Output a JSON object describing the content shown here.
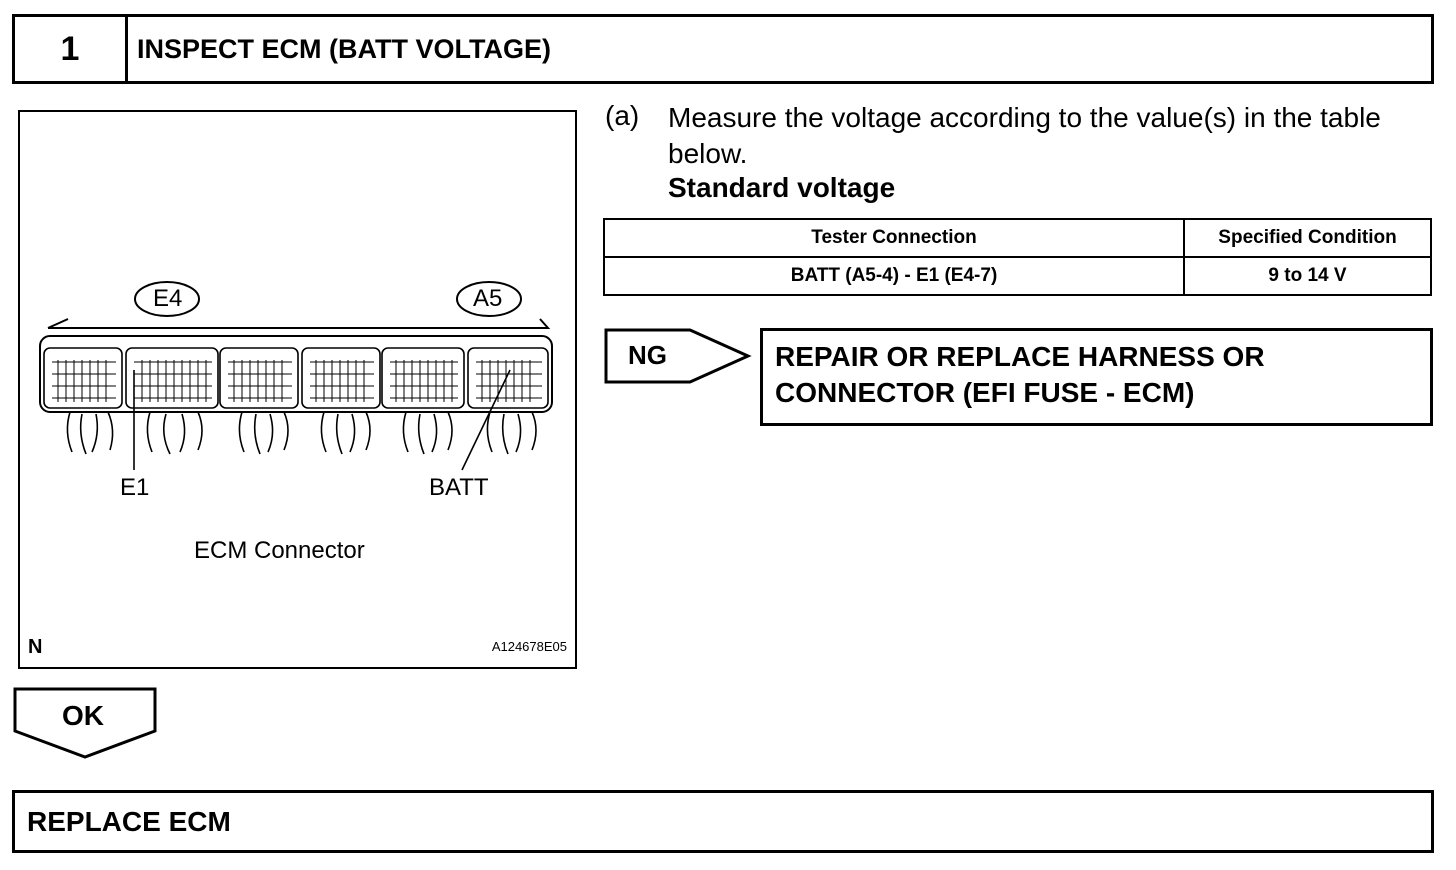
{
  "step": {
    "number": "1",
    "title": "INSPECT ECM (BATT VOLTAGE)"
  },
  "figure": {
    "connector_labels": [
      "E4",
      "A5"
    ],
    "terminal_labels": [
      "E1",
      "BATT"
    ],
    "caption": "ECM Connector",
    "corner_mark": "N",
    "code": "A124678E05"
  },
  "instruction": {
    "letter": "(a)",
    "text": "Measure the voltage according to the value(s) in the table below.",
    "standard_label": "Standard voltage"
  },
  "table": {
    "headers": [
      "Tester Connection",
      "Specified Condition"
    ],
    "rows": [
      [
        "BATT (A5-4) - E1 (E4-7)",
        "9 to 14 V"
      ]
    ]
  },
  "ng_branch": {
    "label": "NG",
    "action": "REPAIR OR REPLACE HARNESS OR CONNECTOR (EFI FUSE - ECM)"
  },
  "ok_branch": {
    "label": "OK"
  },
  "final_step": {
    "text": "REPLACE ECM"
  }
}
